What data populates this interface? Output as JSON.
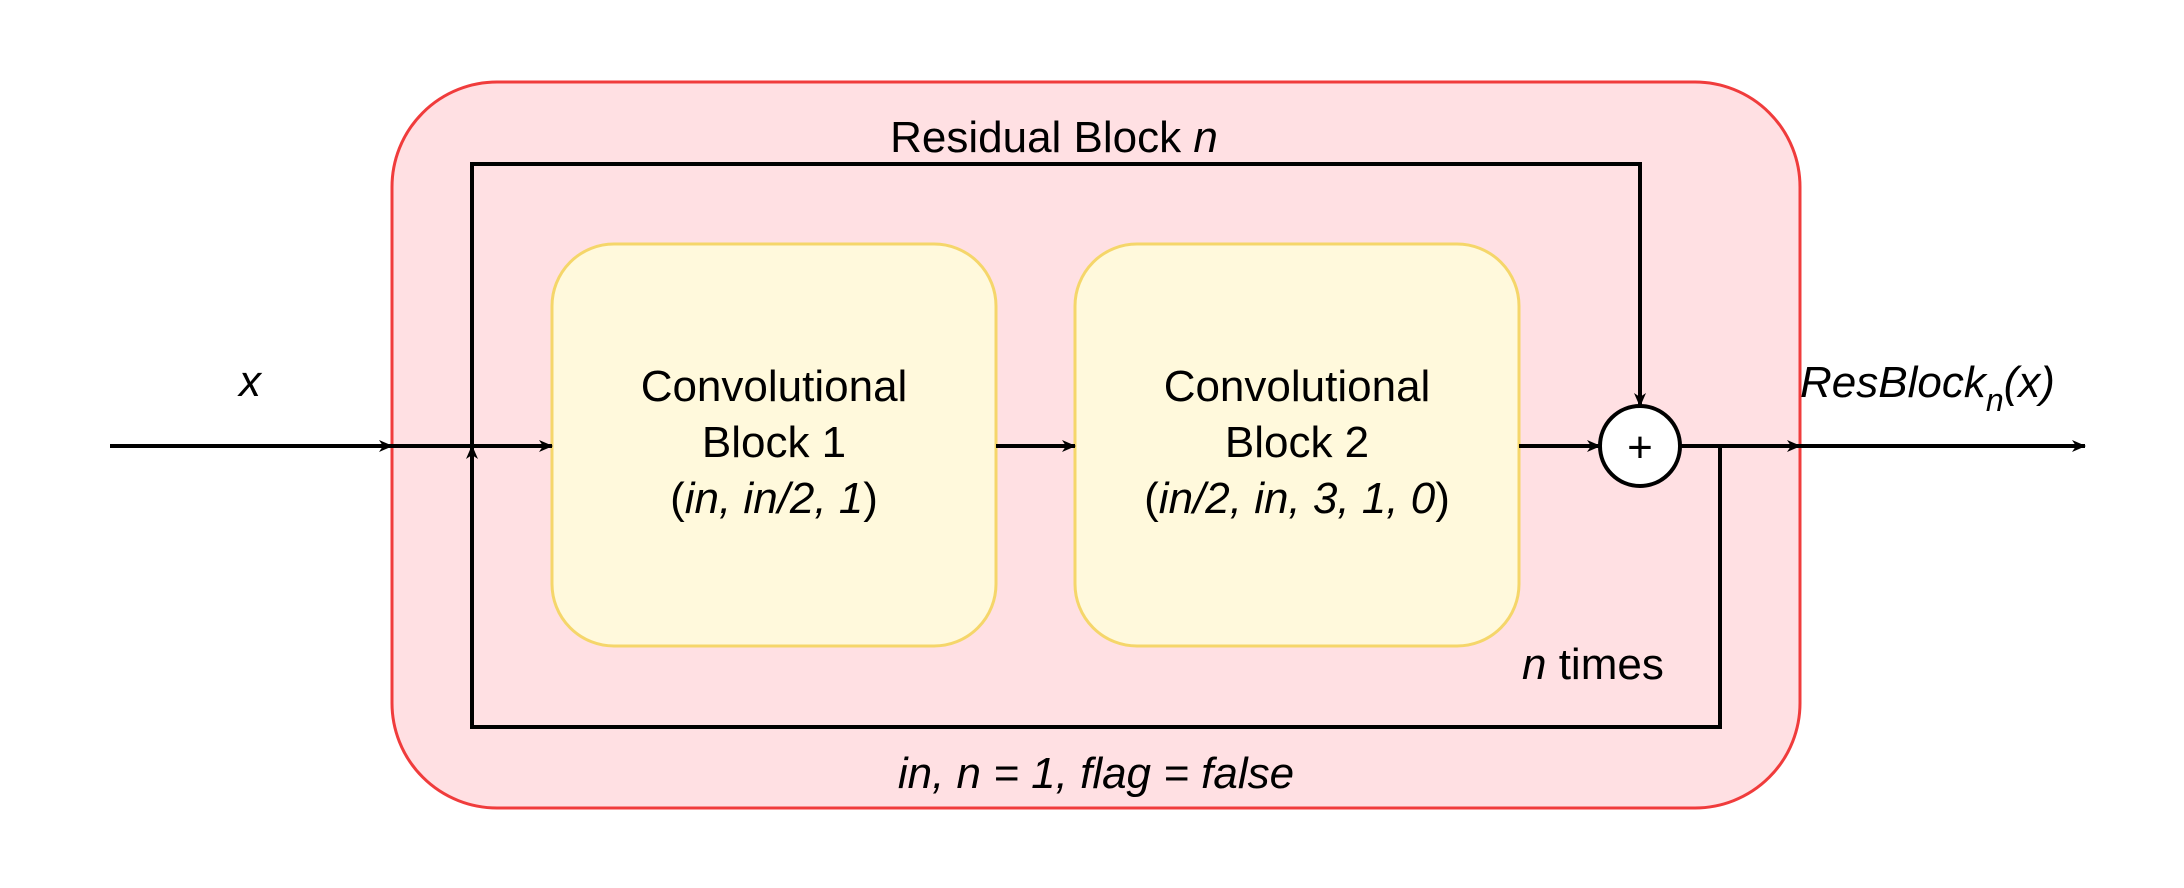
{
  "outer_block": {
    "title_prefix": "Residual Block ",
    "title_var": "n",
    "params": "in, n = 1, flag = false"
  },
  "input": {
    "label": "x"
  },
  "output": {
    "label_base": "ResBlock",
    "label_sub": "n",
    "label_arg": "(x)"
  },
  "conv1": {
    "line1": "Convolutional",
    "line2": "Block 1",
    "open": "(",
    "args": "in, in/2, 1",
    "close": ")"
  },
  "conv2": {
    "line1": "Convolutional",
    "line2": "Block 2",
    "open": "(",
    "args": "in/2, in, 3, 1, 0",
    "close": ")"
  },
  "adder": {
    "symbol": "+"
  },
  "loop": {
    "count_var": "n",
    "count_suffix": " times"
  },
  "colors": {
    "outer_fill": "#ffe0e3",
    "outer_stroke": "#f03c3c",
    "conv_fill": "#fff9dc",
    "conv_stroke": "#f5d66a",
    "line": "#000000"
  }
}
